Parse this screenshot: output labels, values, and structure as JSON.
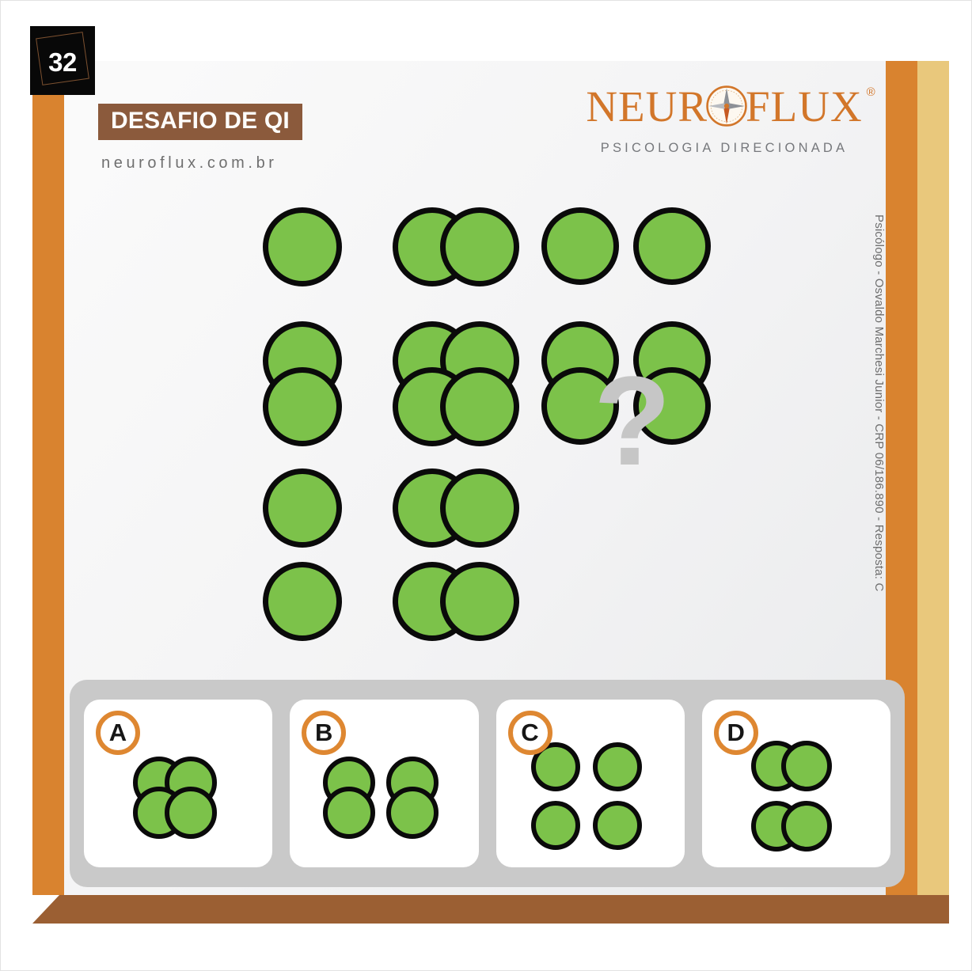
{
  "badge": {
    "number": "32"
  },
  "header": {
    "banner_title": "DESAFIO DE QI",
    "site_url": "neuroflux.com.br"
  },
  "logo": {
    "name_part1": "NEUR",
    "name_part2": "FLUX",
    "registered_mark": "®",
    "tagline": "PSICOLOGIA DIRECIONADA",
    "icon": "compass-rose-icon"
  },
  "credits": {
    "text": "Psicólogo - Osvaldo Marchesi Junior - CRP 06/186.890 - Resposta: C"
  },
  "puzzle": {
    "missing_marker": "?",
    "answer": "C",
    "colors": {
      "circle_fill": "#7cc24a",
      "circle_stroke": "#0a0a0a",
      "frame_orange": "#d9832f",
      "frame_side_right": "#e9c87c",
      "frame_side_bottom": "#9b5f33",
      "banner_brown": "#8b5a3c",
      "logo_orange": "#d2762a",
      "tray_gray": "#c9c9c9",
      "qmark_gray": "#c6c6c6",
      "letter_ring_orange": "#de8731"
    },
    "matrix": [
      {
        "row": 1,
        "col": 1,
        "description": "one single circle"
      },
      {
        "row": 1,
        "col": 2,
        "description": "two circles overlapping horizontally"
      },
      {
        "row": 1,
        "col": 3,
        "description": "two separate circles side by side"
      },
      {
        "row": 2,
        "col": 1,
        "description": "two circles overlapping vertically"
      },
      {
        "row": 2,
        "col": 2,
        "description": "four circles overlapping in a 2x2 cluster"
      },
      {
        "row": 2,
        "col": 3,
        "description": "two pairs of vertically overlapping circles side by side"
      },
      {
        "row": 3,
        "col": 1,
        "description": "two separate circles stacked vertically"
      },
      {
        "row": 3,
        "col": 2,
        "description": "two pairs of horizontally overlapping circles stacked vertically"
      },
      {
        "row": 3,
        "col": 3,
        "description": "missing - question mark"
      }
    ],
    "options": [
      {
        "letter": "A",
        "description": "four circles overlapping in a 2x2 cluster"
      },
      {
        "letter": "B",
        "description": "two pairs of vertically overlapping circles side by side"
      },
      {
        "letter": "C",
        "description": "four separate circles in a 2x2 grid"
      },
      {
        "letter": "D",
        "description": "two pairs of horizontally overlapping circles stacked vertically"
      }
    ]
  }
}
